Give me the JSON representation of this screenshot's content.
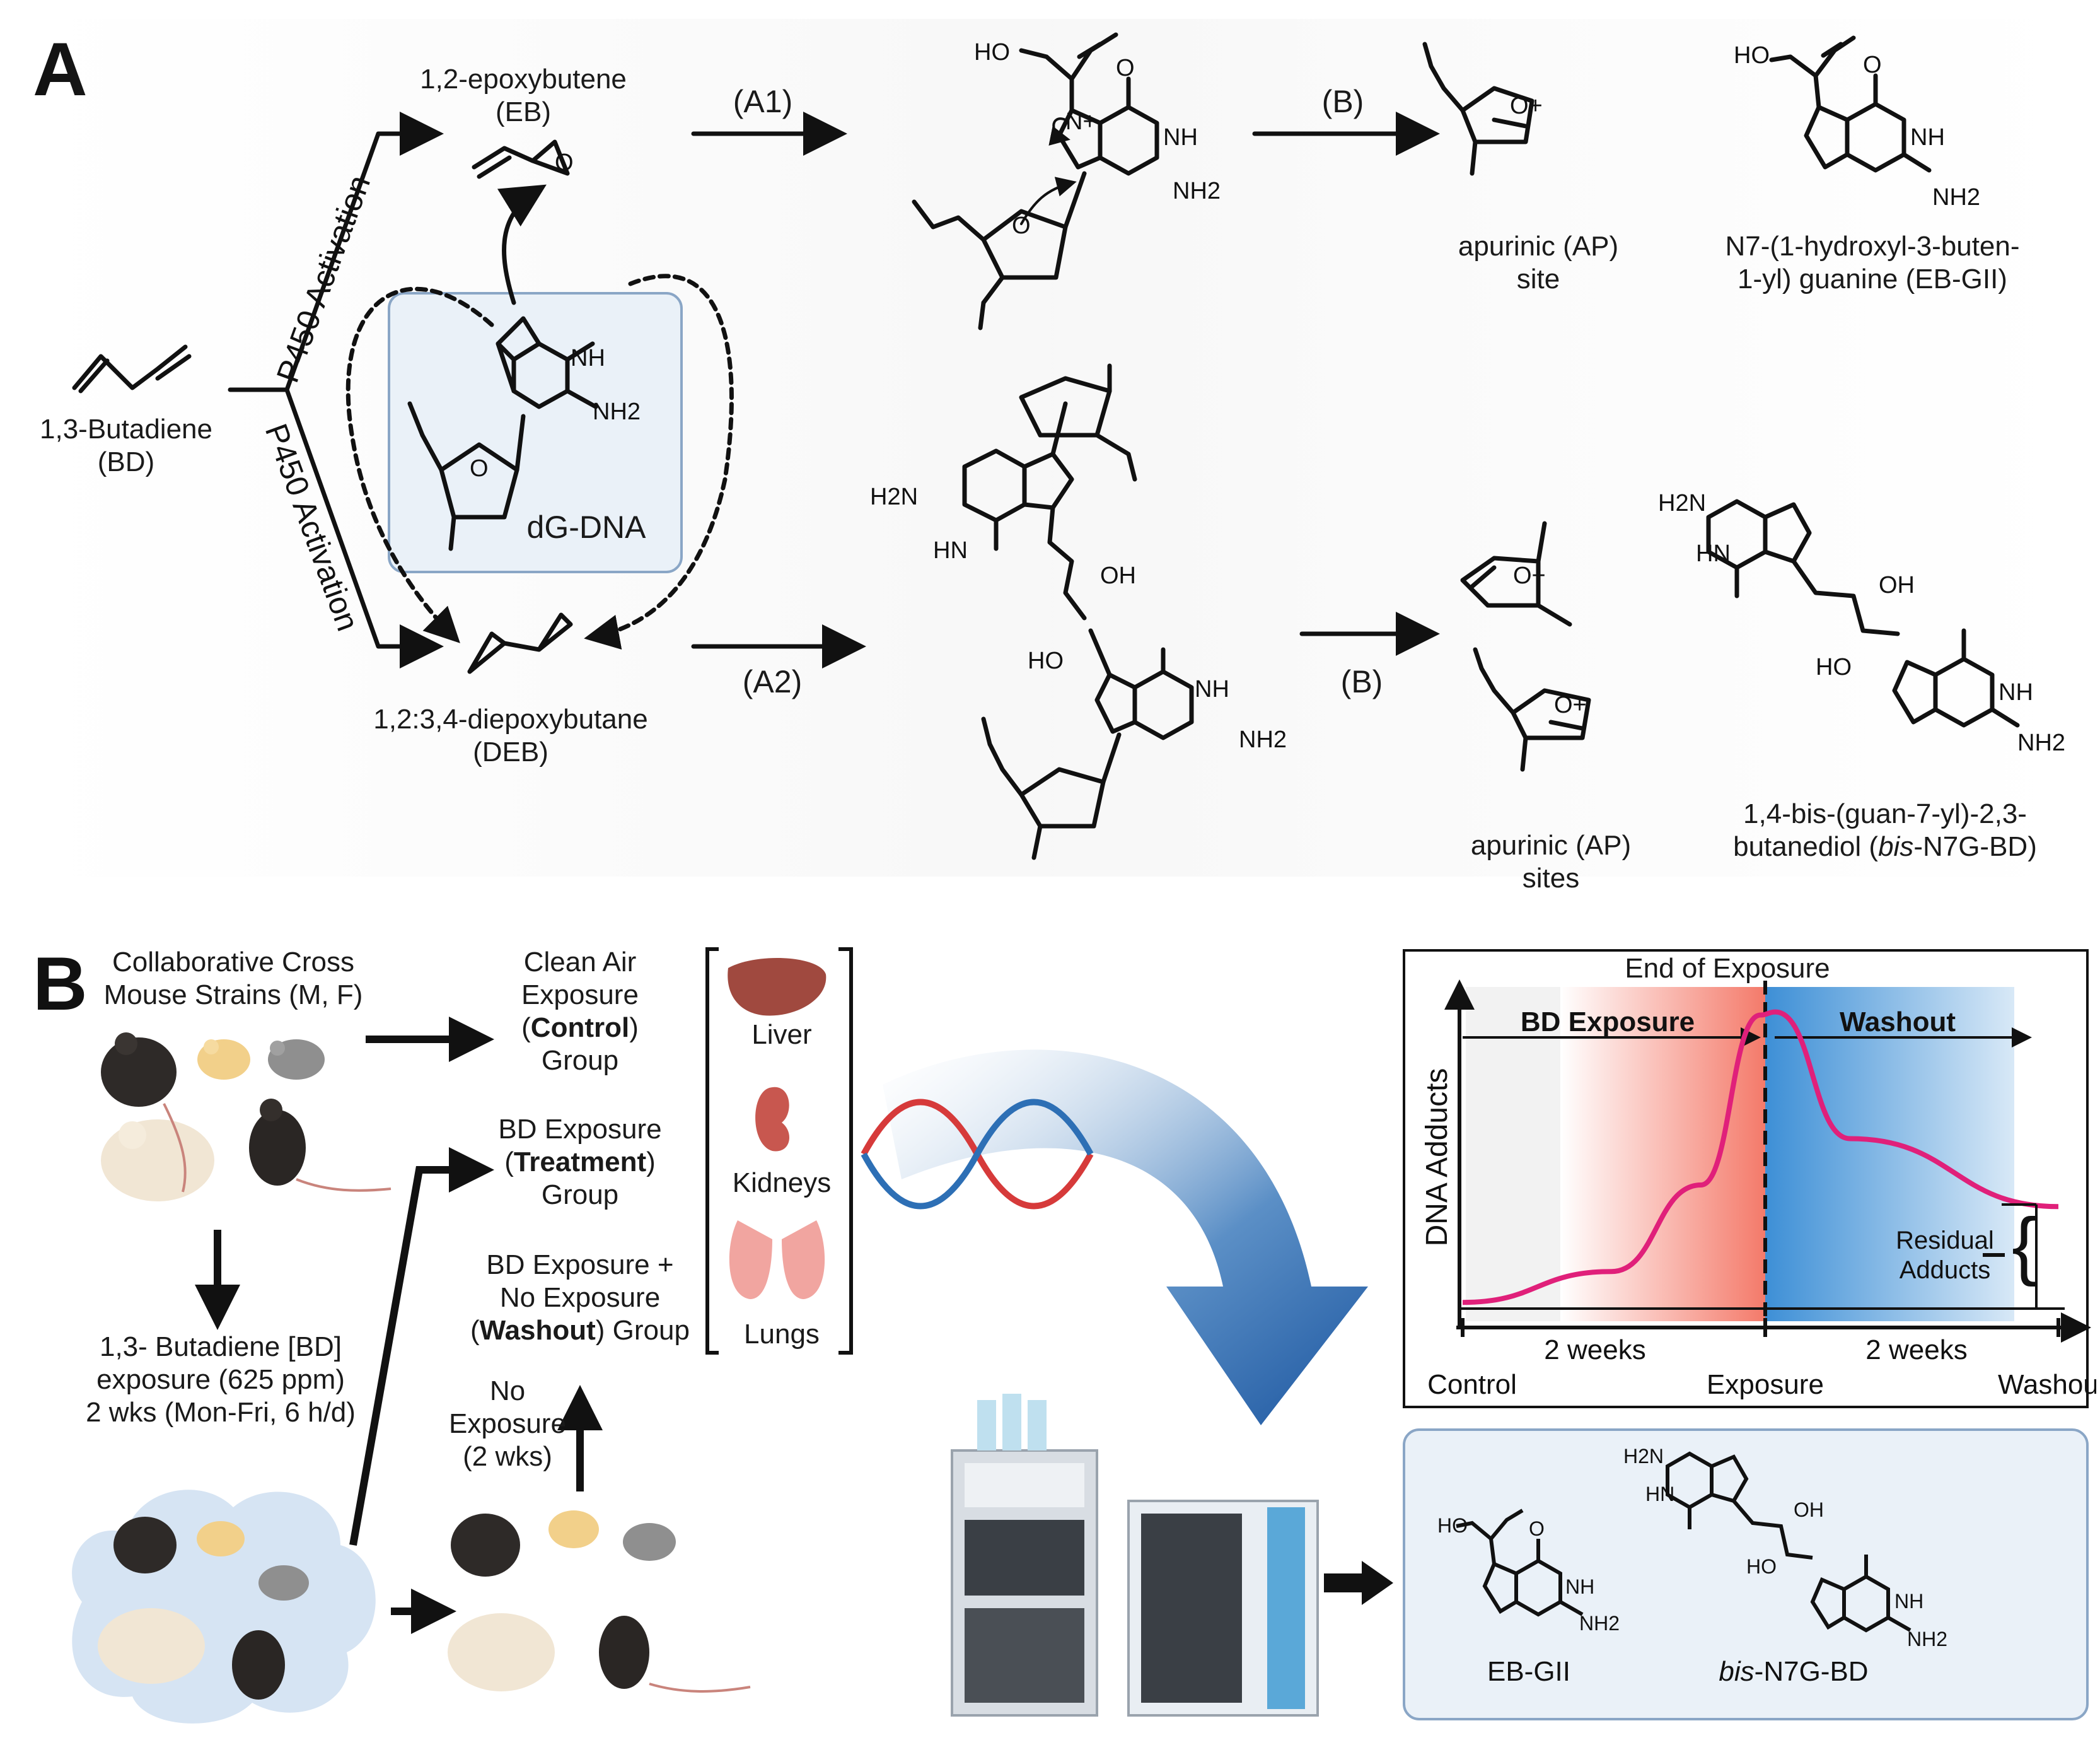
{
  "panel_a": {
    "letter": "A",
    "bd_name": "1,3-Butadiene",
    "bd_abbr": "(BD)",
    "eb_name": "1,2-epoxybutene",
    "eb_abbr": "(EB)",
    "deb_name": "1,2:3,4-diepoxybutane",
    "deb_abbr": "(DEB)",
    "p450_top": "P450 Activation",
    "p450_bottom": "P450 Activation",
    "dg_dna": "dG-DNA",
    "arrow_a1": "(A1)",
    "arrow_a2": "(A2)",
    "arrow_b_top": "(B)",
    "arrow_b_bottom": "(B)",
    "ap_site": [
      "apurinic (AP)",
      "site"
    ],
    "ap_sites": [
      "apurinic (AP)",
      "sites"
    ],
    "eb_gii_name": [
      "N7-(1-hydroxyl-3-buten-",
      "1-yl) guanine (EB-GII)"
    ],
    "bis_name_line1": "1,4-bis-(guan-7-yl)-2,3-",
    "bis_name_line2_pre": "butanediol (",
    "bis_name_italic": "bis",
    "bis_name_line2_post": "-N7G-BD)",
    "atoms": {
      "ho": "HO",
      "oh": "OH",
      "o": "O",
      "nh": "NH",
      "hn": "HN",
      "n": "N",
      "nh2": "NH2",
      "h2n": "H2N",
      "nplus": "N+",
      "oplus": "O+",
      "lone": ".."
    }
  },
  "panel_b": {
    "letter": "B",
    "strains": [
      "Collaborative Cross",
      "Mouse Strains (M, F)"
    ],
    "exposure_desc": [
      "1,3- Butadiene [BD]",
      "exposure (625 ppm)",
      "2 wks (Mon-Fri, 6 h/d)"
    ],
    "control_group": {
      "l1": "Clean Air",
      "l2": "Exposure",
      "bold": "Control",
      "l4": "Group"
    },
    "treatment_group": {
      "l1": "BD Exposure",
      "bold": "Treatment",
      "l3": "Group"
    },
    "washout_group": {
      "l1": "BD Exposure +",
      "l2": "No Exposure",
      "bold": "Washout",
      "post": " Group"
    },
    "no_exposure": [
      "No",
      "Exposure",
      "(2 wks)"
    ],
    "organs": [
      "Liver",
      "Kidneys",
      "Lungs"
    ],
    "graph": {
      "title": "End of Exposure",
      "ylabel": "DNA Adducts",
      "phase1": "BD Exposure",
      "phase2": "Washout",
      "residual": [
        "Residual",
        "Adducts"
      ],
      "dur1": "2 weeks",
      "dur2": "2 weeks",
      "x_ticks": [
        "Control",
        "Exposure",
        "Washout"
      ]
    },
    "results": {
      "eb_gii": "EB-GII",
      "bis_italic": "bis",
      "bis_rest": "-N7G-BD"
    }
  },
  "chart_data": {
    "type": "line",
    "title": "End of Exposure",
    "xlabel": "",
    "ylabel": "DNA Adducts",
    "categories": [
      "Control",
      "Exposure",
      "Washout"
    ],
    "series": [
      {
        "name": "",
        "x": [
          0,
          0.5,
          0.8,
          1,
          1.05,
          1.3,
          2
        ],
        "y": [
          0.02,
          0.12,
          0.4,
          0.95,
          0.96,
          0.55,
          0.33
        ]
      }
    ],
    "colors": {
      "curve": "#e0207a",
      "exposure_shade": "#f47a6a",
      "washout_shade": "#3d8fd6"
    }
  },
  "colors": {
    "accent_blue": "#2f6db5",
    "box_blue": "#eaf1f8",
    "box_border": "#8aa6c6",
    "curve": "#e0207a"
  }
}
